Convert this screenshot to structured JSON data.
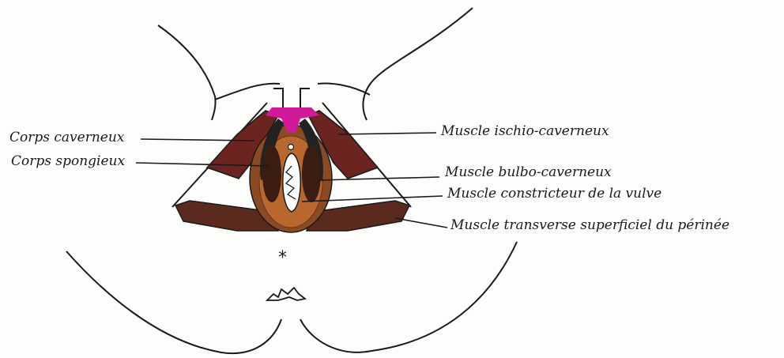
{
  "labels": {
    "corps_caverneux": "Corps caverneux",
    "corps_spongieux": "Corps spongieux",
    "muscle_ischio_caverneux": "Muscle ischio-caverneux",
    "muscle_bulbo_caverneux": "Muscle bulbo-caverneux",
    "muscle_constricteur_vulve": "Muscle constricteur de la vulve",
    "muscle_transverse_superficiel": "Muscle transverse superficiel du périnée"
  },
  "colors": {
    "ink": "#1a1a1a",
    "muscle_dark": "#6b2420",
    "muscle_brown": "#5a2a1e",
    "bulbo_brown": "#8a4a24",
    "bulbo_orange": "#b8682e",
    "cavernous_black": "#222222",
    "clitoris_magenta": "#d01a9a",
    "background": "#fdfdfb"
  }
}
